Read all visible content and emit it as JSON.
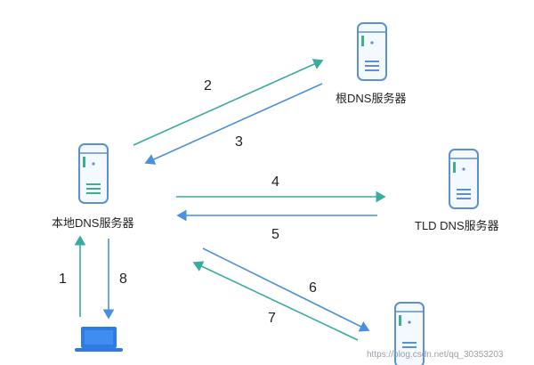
{
  "nodes": {
    "local_dns": {
      "label": "本地DNS服务器"
    },
    "root_dns": {
      "label": "根DNS服务器"
    },
    "tld_dns": {
      "label": "TLD DNS服务器"
    },
    "authoritative_dns": {
      "label": ""
    },
    "client": {
      "label": ""
    }
  },
  "steps": [
    "1",
    "2",
    "3",
    "4",
    "5",
    "6",
    "7",
    "8"
  ],
  "watermark": "https://blog.csdn.net/qq_30353203",
  "colors": {
    "arrow_blue": "#4a8fe0",
    "arrow_teal": "#3aab9f",
    "server_outline": "#5b8fd6",
    "server_fill": "#f4f8ff",
    "server_accent": "#3fae8f",
    "laptop": "#2f7be0"
  },
  "icons": {
    "server": "server-icon",
    "laptop": "laptop-icon"
  }
}
